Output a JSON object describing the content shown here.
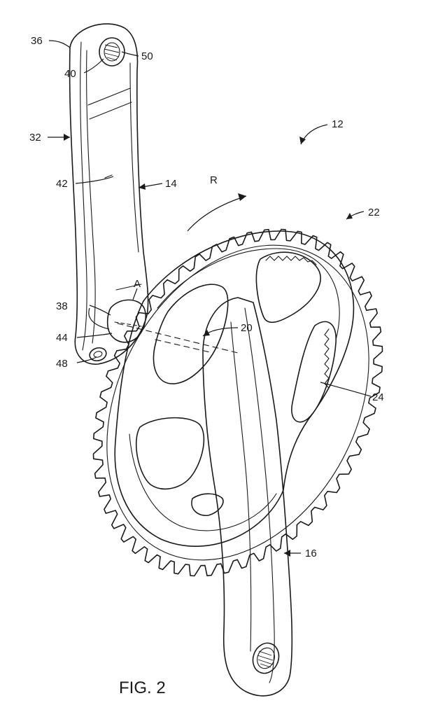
{
  "figure": {
    "caption": "FIG. 2"
  },
  "labels": {
    "l12": "12",
    "l14": "14",
    "l16": "16",
    "l20": "20",
    "l22": "22",
    "l24": "24",
    "l32": "32",
    "l36": "36",
    "l38": "38",
    "l40": "40",
    "l42": "42",
    "l44": "44",
    "l48": "48",
    "l50": "50",
    "lR": "R",
    "lA": "A"
  },
  "chainring": {
    "tooth_count": 52
  }
}
